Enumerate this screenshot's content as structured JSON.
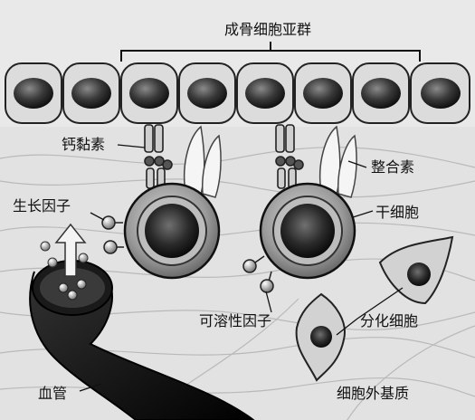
{
  "labels": {
    "osteoblast_subpopulation": "成骨细胞亚群",
    "cadherin": "钙黏素",
    "integrin": "整合素",
    "growth_factor": "生长因子",
    "stem_cell": "干细胞",
    "soluble_factor": "可溶性因子",
    "differentiated_cell": "分化细胞",
    "blood_vessel": "血管",
    "extracellular_matrix": "细胞外基质"
  }
}
